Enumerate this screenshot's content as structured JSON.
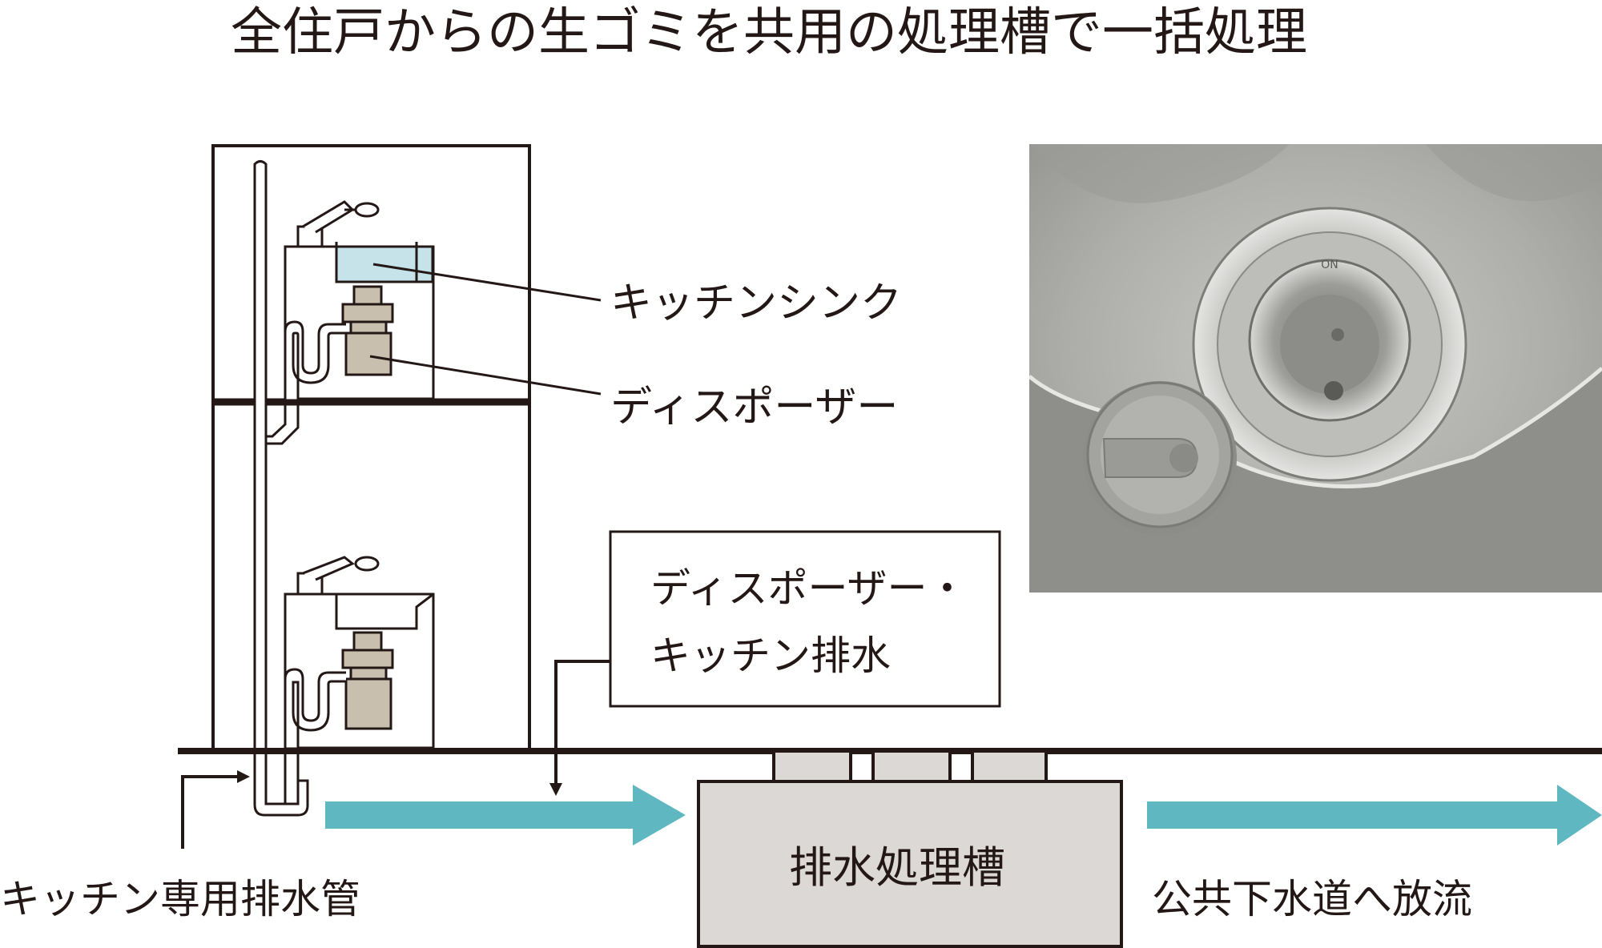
{
  "title": "全住戸からの生ゴミを共用の処理槽で一括処理",
  "labels": {
    "kitchen_sink": "キッチンシンク",
    "disposer": "ディスポーザー",
    "drain_box_line1": "ディスポーザー・",
    "drain_box_line2": "キッチン排水",
    "dedicated_pipe": "キッチン専用排水管",
    "treatment_tank": "排水処理槽",
    "public_sewer": "公共下水道へ放流"
  },
  "photo": {
    "description_icon": "sink-drain-photo",
    "ring_text": "ON"
  },
  "colors": {
    "line": "#231815",
    "arrow": "#5fb8c1",
    "water": "#c6e3ea",
    "disposer": "#c9bfae",
    "tank": "#dcd8d6"
  }
}
